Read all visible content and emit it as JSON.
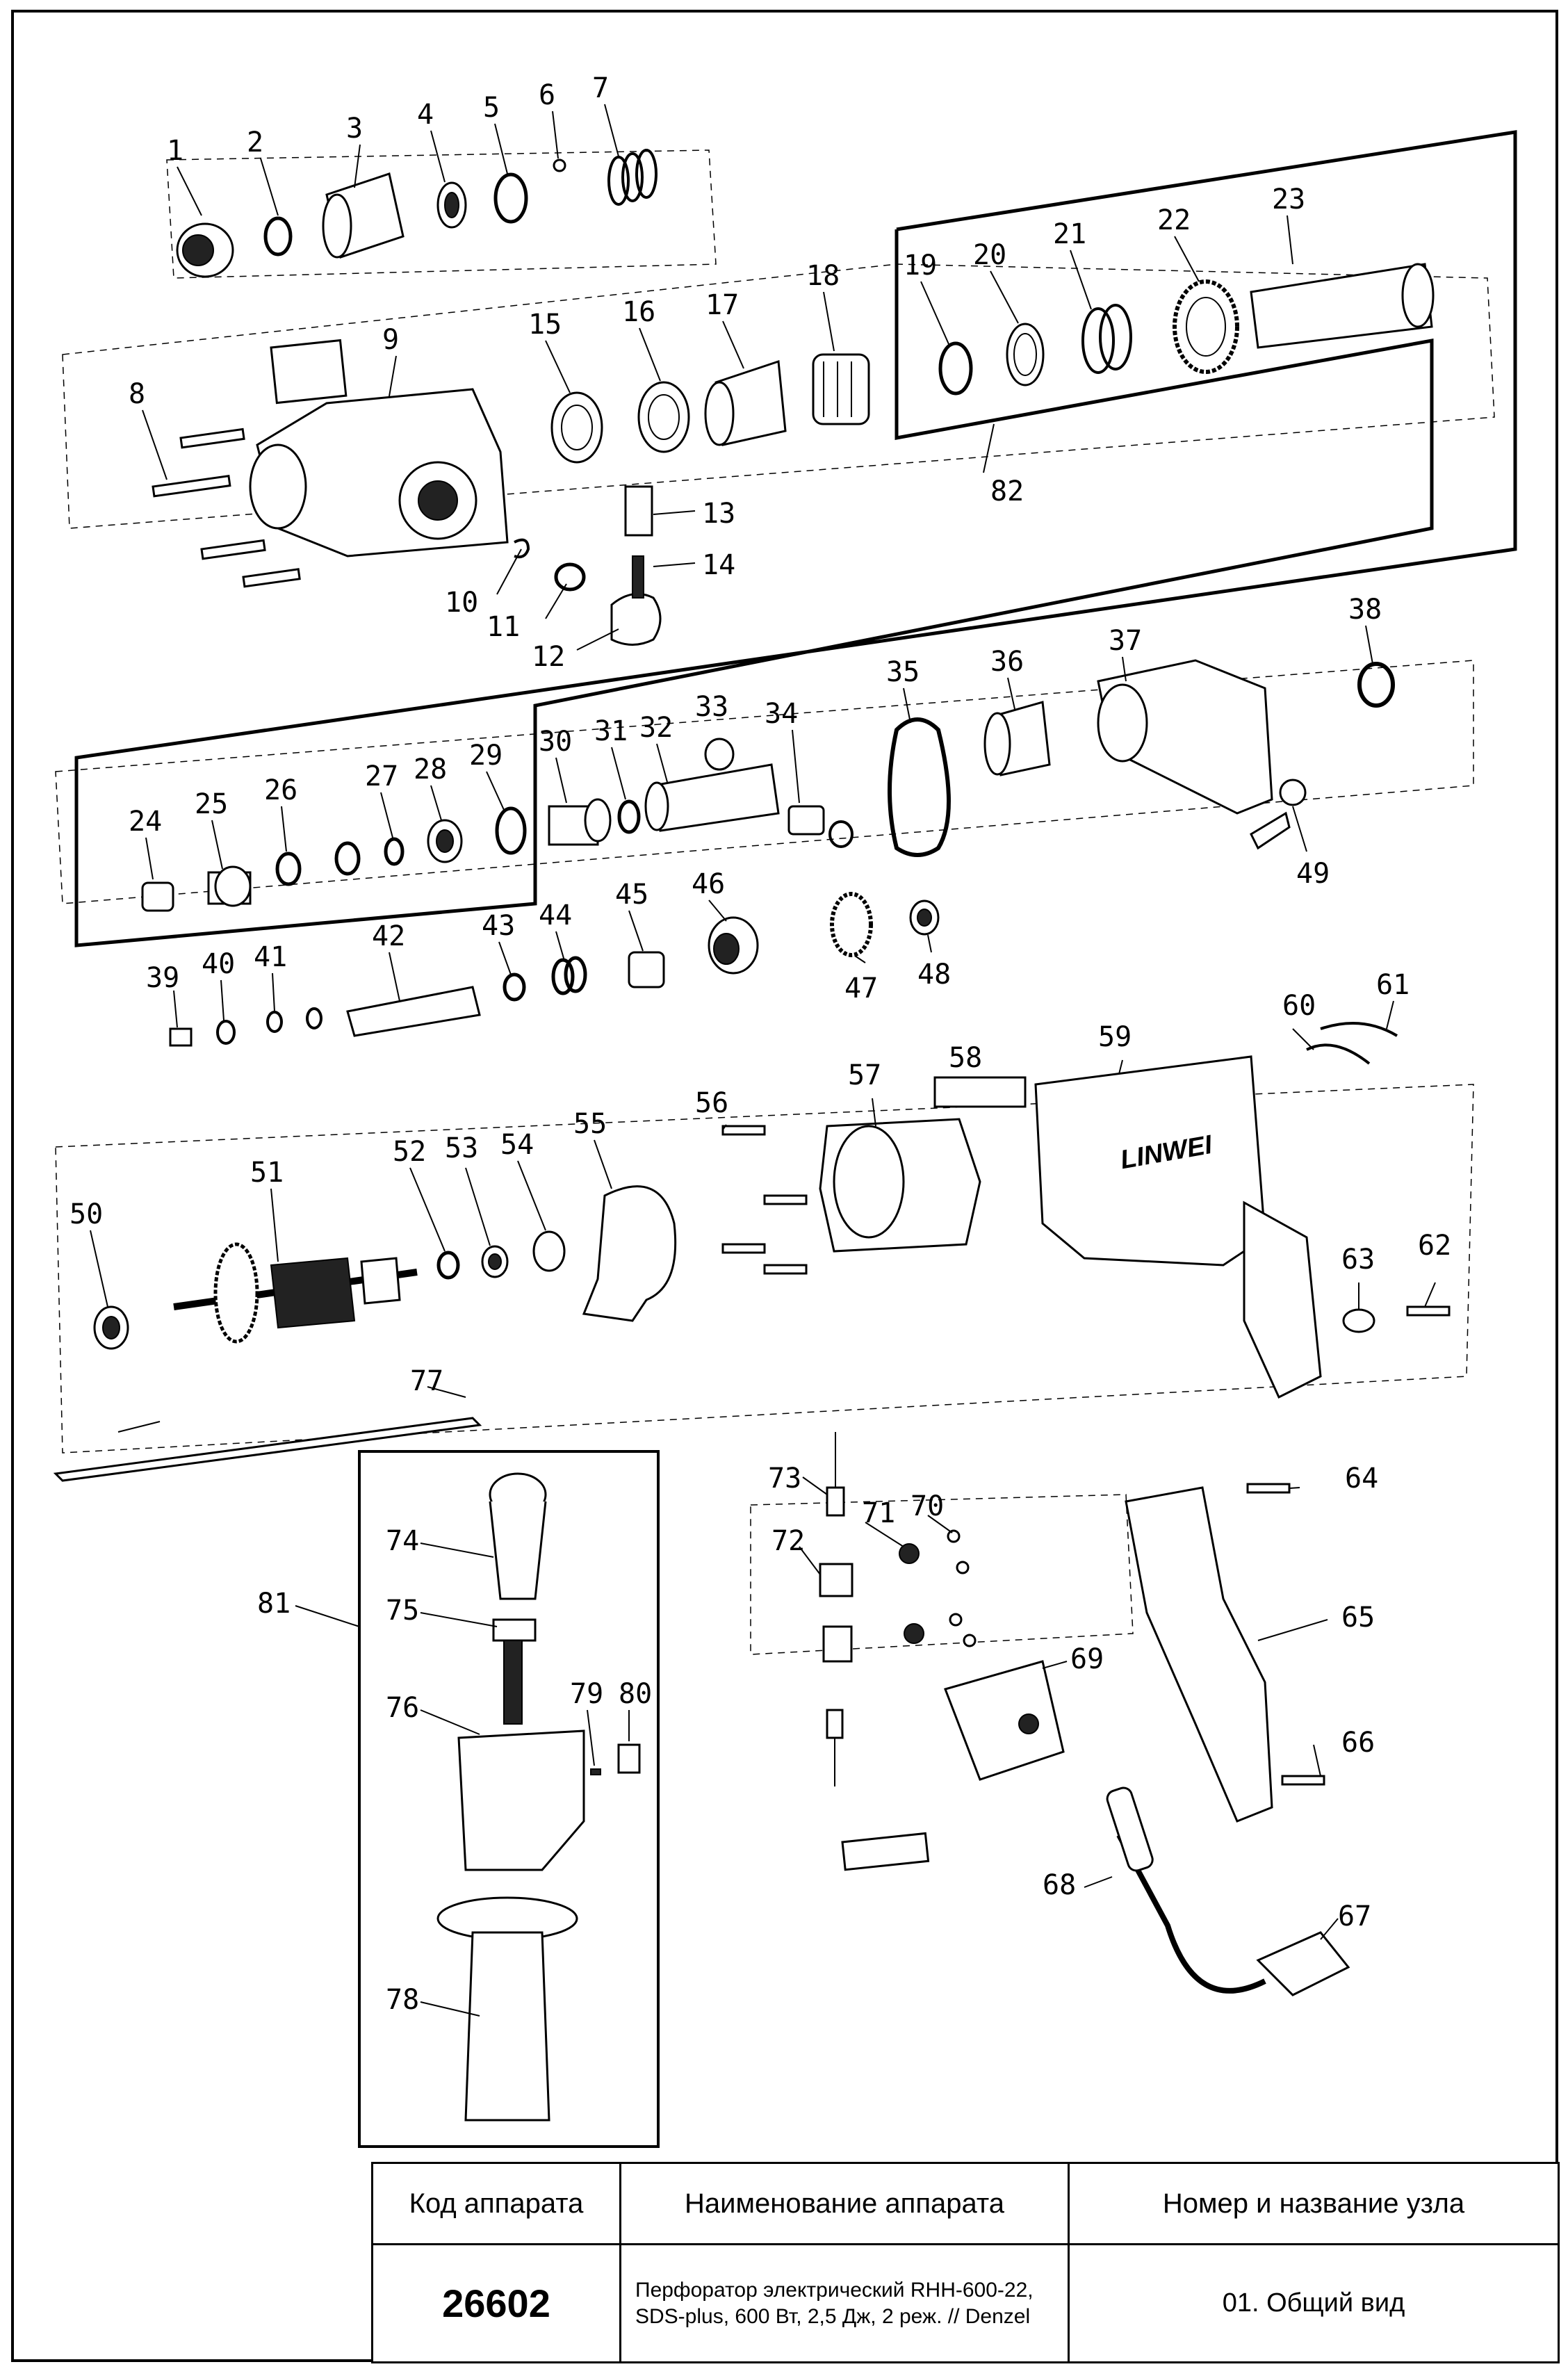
{
  "callouts": [
    "1",
    "2",
    "3",
    "4",
    "5",
    "6",
    "7",
    "8",
    "9",
    "10",
    "11",
    "12",
    "13",
    "14",
    "15",
    "16",
    "17",
    "18",
    "19",
    "20",
    "21",
    "22",
    "23",
    "24",
    "25",
    "26",
    "27",
    "28",
    "29",
    "30",
    "31",
    "32",
    "33",
    "34",
    "35",
    "36",
    "37",
    "38",
    "39",
    "40",
    "41",
    "42",
    "43",
    "44",
    "45",
    "46",
    "47",
    "48",
    "49",
    "50",
    "51",
    "52",
    "53",
    "54",
    "55",
    "56",
    "57",
    "58",
    "59",
    "60",
    "61",
    "62",
    "63",
    "64",
    "65",
    "66",
    "67",
    "68",
    "69",
    "70",
    "71",
    "72",
    "73",
    "74",
    "75",
    "76",
    "77",
    "78",
    "79",
    "80",
    "81",
    "82"
  ],
  "brand_logo": "LINWEI",
  "title_block": {
    "header_code": "Код аппарата",
    "header_name": "Наименование аппарата",
    "header_unit": "Номер и название узла",
    "code": "26602",
    "name": "Перфоратор электрический RHH-600-22, SDS-plus, 600 Вт, 2,5 Дж, 2 реж. // Denzel",
    "unit": "01. Общий вид"
  }
}
